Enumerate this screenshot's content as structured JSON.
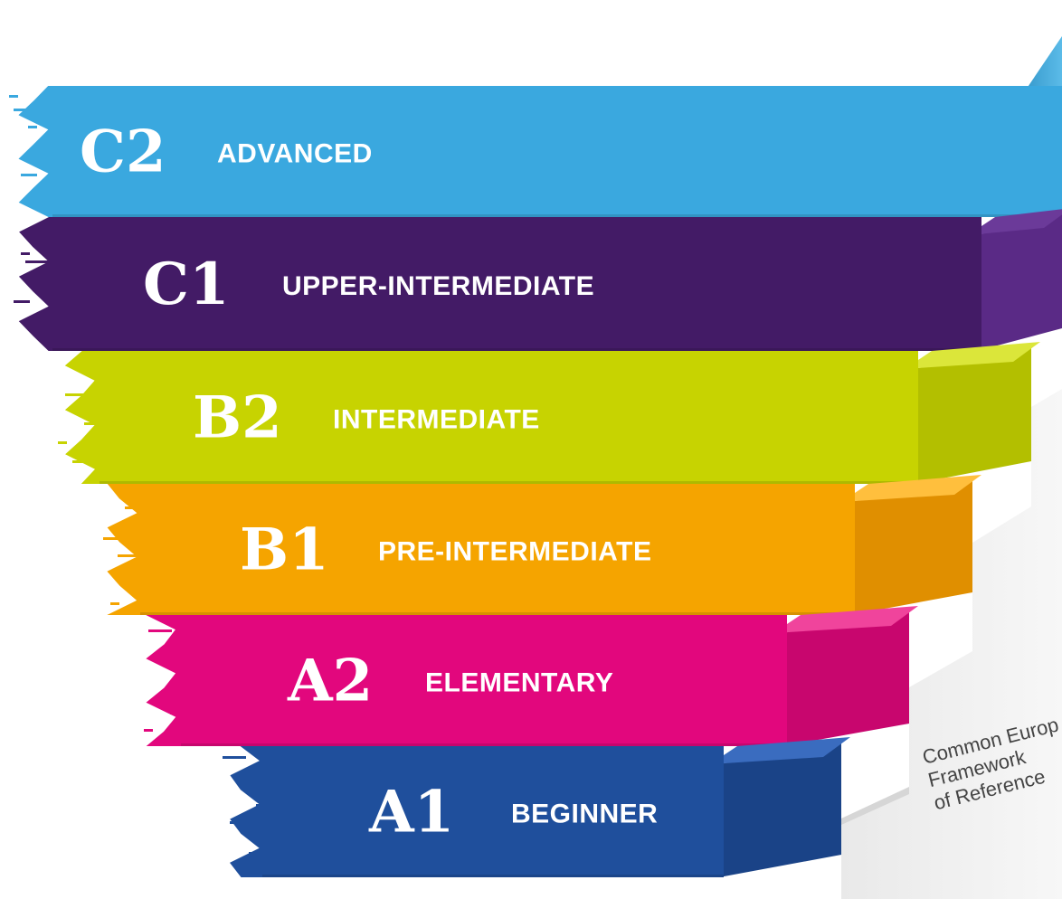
{
  "levels": [
    {
      "code": "C2",
      "name": "ADVANCED",
      "color": "#3aa8df",
      "side_color": "#2b8fc4",
      "top_color": "#5bbbe8"
    },
    {
      "code": "C1",
      "name": "UPPER-INTERMEDIATE",
      "color": "#431b66",
      "side_color": "#5a2a86",
      "top_color": "#6b3a99"
    },
    {
      "code": "B2",
      "name": "INTERMEDIATE",
      "color": "#c7d301",
      "side_color": "#b3bf00",
      "top_color": "#dbe63a"
    },
    {
      "code": "B1",
      "name": "PRE-INTERMEDIATE",
      "color": "#f5a400",
      "side_color": "#e08f00",
      "top_color": "#ffbf3d"
    },
    {
      "code": "A2",
      "name": "ELEMENTARY",
      "color": "#e2077d",
      "side_color": "#c8066e",
      "top_color": "#f0449c"
    },
    {
      "code": "A1",
      "name": "BEGINNER",
      "color": "#1f4f9c",
      "side_color": "#1a4387",
      "top_color": "#3a6cbf"
    }
  ],
  "framework": {
    "line1": "Common Europ",
    "line2": "Framework",
    "line3": "of Reference"
  }
}
